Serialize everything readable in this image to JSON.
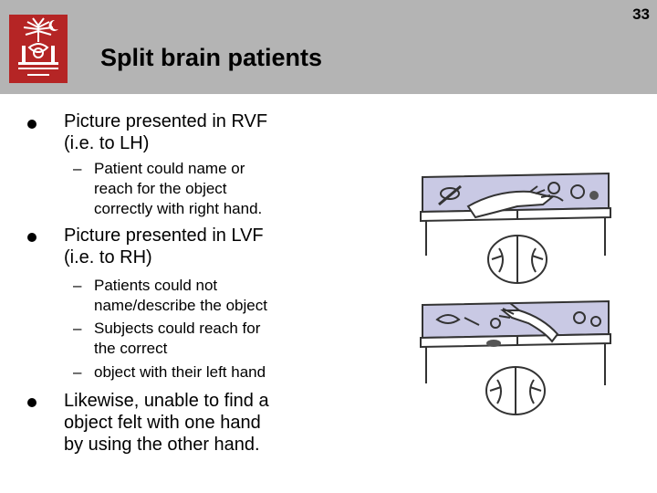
{
  "slide": {
    "number": "33",
    "title": "Split brain patients",
    "colors": {
      "header_bg": "#b4b4b4",
      "logo_bg": "#b52525",
      "figure_ink": "#333333",
      "figure_panel": "#c9c9e4"
    }
  },
  "bullets": [
    {
      "text_lines": [
        "Picture presented in RVF",
        "(i.e. to LH)"
      ],
      "subitems": [
        {
          "lines": [
            "Patient could name or",
            "reach for the object",
            "correctly with right hand."
          ]
        }
      ]
    },
    {
      "text_lines": [
        "Picture presented in LVF",
        "(i.e. to RH)"
      ],
      "subitems": [
        {
          "lines": [
            "Patients could not",
            "name/describe the object"
          ]
        },
        {
          "lines": [
            "Subjects could reach for",
            "the correct"
          ]
        },
        {
          "lines": [
            "object with their left hand"
          ]
        }
      ]
    },
    {
      "text_lines": [
        "Likewise, unable to find a",
        "object felt with one hand",
        "by using the other hand."
      ],
      "subitems": []
    }
  ],
  "figures": [
    {
      "name": "top-illustration",
      "icon": "split-brain-reaching-illustration"
    },
    {
      "name": "bottom-illustration",
      "icon": "split-brain-reaching-illustration"
    }
  ]
}
